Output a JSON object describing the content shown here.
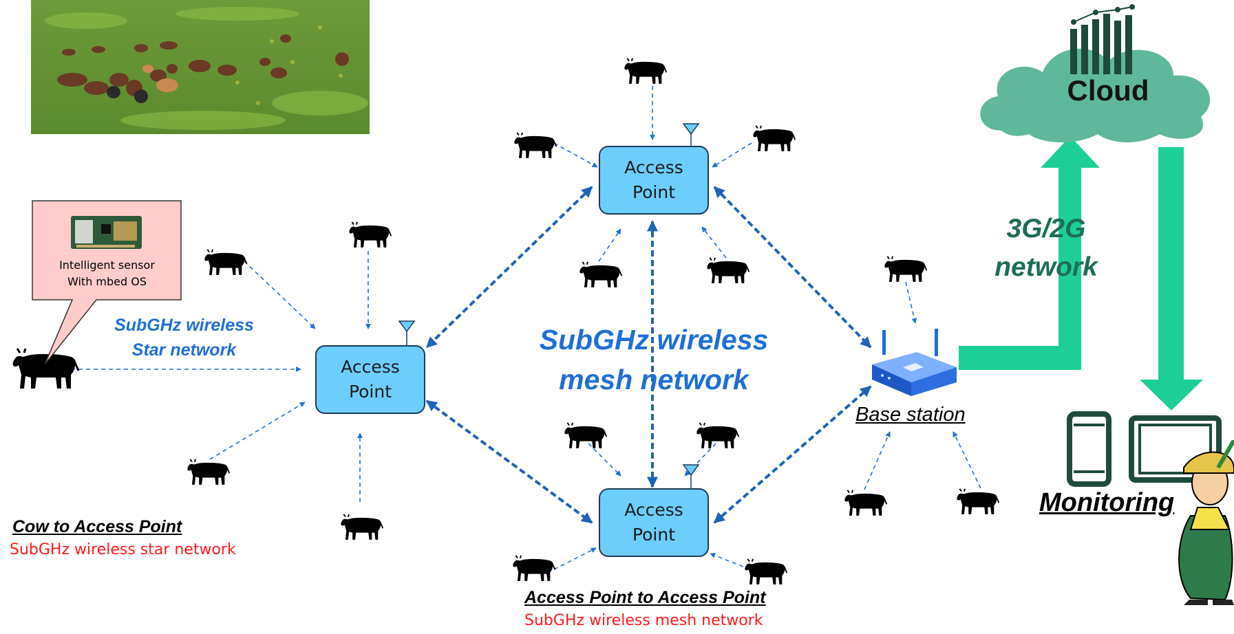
{
  "access_points": [
    {
      "id": "ap-top",
      "line1": "Access",
      "line2": "Point"
    },
    {
      "id": "ap-left",
      "line1": "Access",
      "line2": "Point"
    },
    {
      "id": "ap-bottom",
      "line1": "Access",
      "line2": "Point"
    }
  ],
  "callout": {
    "line1": "Intelligent sensor",
    "line2": "With mbed OS"
  },
  "star_label": {
    "line1": "SubGHz wireless",
    "line2": "Star network"
  },
  "mesh_label": {
    "line1": "SubGHz wireless",
    "line2": "mesh network"
  },
  "cloud_label": "Cloud",
  "cellular_label": {
    "line1": "3G/2G",
    "line2": "network"
  },
  "base_station_label": "Base station",
  "monitoring_label": "Monitoring",
  "legend_cow": {
    "title": "Cow to Access Point",
    "subtitle": "SubGHz wireless star network"
  },
  "legend_ap": {
    "title": "Access Point to Access Point",
    "subtitle": "SubGHz wireless mesh network"
  },
  "colors": {
    "ap_fill": "#6dcdfb",
    "link_blue": "#1f6fd6",
    "mesh_blue": "#1f63b8",
    "cloud_fill": "#5fb89b",
    "uplink_green": "#1dcf96",
    "subtitle_red": "#ff1a1a",
    "callout_fill": "#ffcccc"
  },
  "icons": [
    "cow-icon",
    "antenna-icon",
    "router-icon",
    "cloud-icon",
    "smartphone-icon",
    "tablet-icon",
    "farmer-icon",
    "sensor-board-icon",
    "pasture-photo"
  ]
}
